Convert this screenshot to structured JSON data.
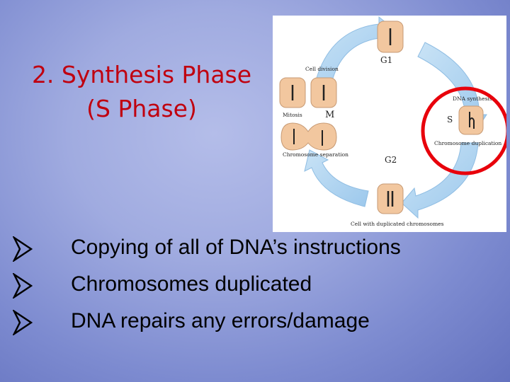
{
  "title": {
    "line1": "2. Synthesis Phase",
    "line2": "(S Phase)"
  },
  "figure": {
    "labels": {
      "g1": "G1",
      "s": "S",
      "g2": "G2",
      "m": "M",
      "cell_division": "Cell division",
      "dna_synthesis": "DNA synthesis",
      "mitosis": "Mitosis",
      "chromosome_duplication": "Chromosome duplication",
      "chromosome_separation": "Chromosome separation",
      "cell_with_duplicated_chromosomes": "Cell with duplicated chromosomes"
    },
    "colors": {
      "arrow": "#a9d0ef",
      "cell": "#f2c79f",
      "highlight": "#e8000b"
    }
  },
  "bullets": [
    {
      "text": "Copying of all of DNA’s instructions"
    },
    {
      "text": "Chromosomes duplicated"
    },
    {
      "text": "DNA repairs any errors/damage"
    }
  ]
}
